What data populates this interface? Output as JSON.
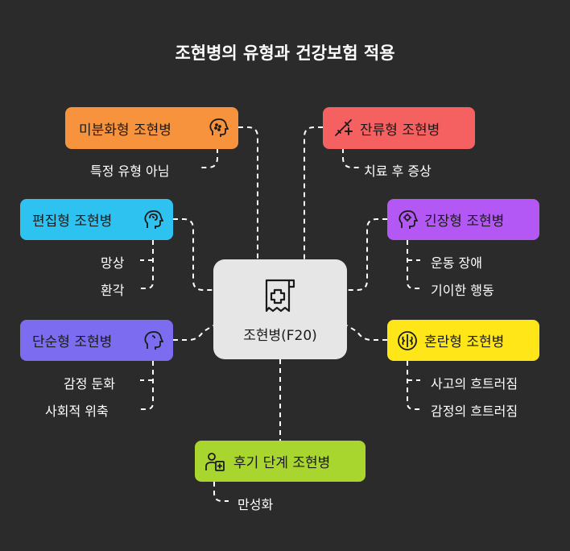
{
  "title": "조현병의 유형과 건강보험 적용",
  "center": {
    "label": "조현병(F20)",
    "icon": "medical-document-icon"
  },
  "colors": {
    "undifferentiated": "#f7923d",
    "residual": "#f56060",
    "paranoid": "#2ec2f0",
    "catatonic": "#b358f5",
    "simple": "#7b6cf0",
    "disorganized": "#ffe619",
    "post": "#a8d52e"
  },
  "types": {
    "undifferentiated": {
      "label": "미분화형 조현병",
      "icon": "head-dots-icon",
      "items": [
        "특정 유형 아님"
      ]
    },
    "residual": {
      "label": "잔류형 조현병",
      "icon": "syringe-icon",
      "items": [
        "치료 후 증상"
      ]
    },
    "paranoid": {
      "label": "편집형 조현병",
      "icon": "brain-head-icon",
      "items": [
        "망상",
        "환각"
      ]
    },
    "catatonic": {
      "label": "긴장형 조현병",
      "icon": "brain-gear-icon",
      "items": [
        "운동 장애",
        "기이한 행동"
      ]
    },
    "simple": {
      "label": "단순형 조현병",
      "icon": "head-outline-icon",
      "items": [
        "감정 둔화",
        "사회적 위축"
      ]
    },
    "disorganized": {
      "label": "혼란형 조현병",
      "icon": "brain-icon",
      "items": [
        "사고의 흐트러짐",
        "감정의 흐트러짐"
      ]
    },
    "post": {
      "label": "후기 단계 조현병",
      "icon": "person-medical-icon",
      "items": [
        "만성화"
      ]
    }
  }
}
